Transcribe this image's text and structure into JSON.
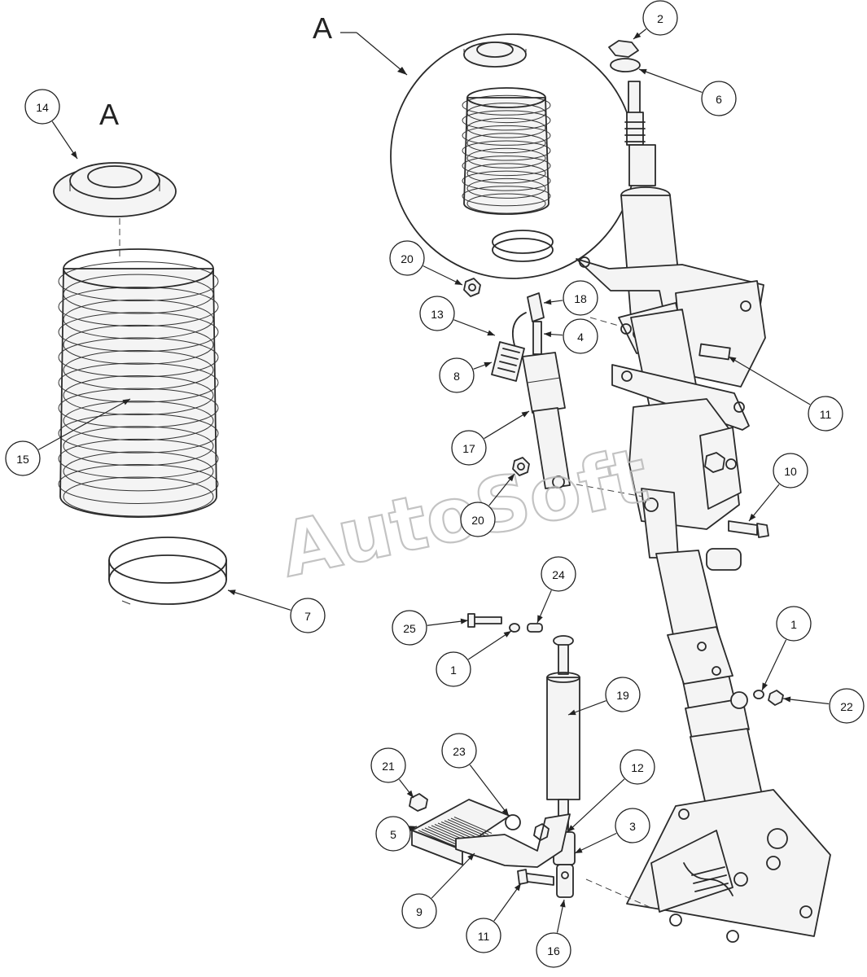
{
  "view_labels": {
    "left": "A",
    "detail": "A"
  },
  "watermark": "AutoSoft",
  "callouts": [
    {
      "id": "c14",
      "label": "14"
    },
    {
      "id": "c15",
      "label": "15"
    },
    {
      "id": "c7",
      "label": "7"
    },
    {
      "id": "c2",
      "label": "2"
    },
    {
      "id": "c6",
      "label": "6"
    },
    {
      "id": "c20a",
      "label": "20"
    },
    {
      "id": "c18",
      "label": "18"
    },
    {
      "id": "c13",
      "label": "13"
    },
    {
      "id": "c4",
      "label": "4"
    },
    {
      "id": "c8",
      "label": "8"
    },
    {
      "id": "c17",
      "label": "17"
    },
    {
      "id": "c20b",
      "label": "20"
    },
    {
      "id": "c11a",
      "label": "11"
    },
    {
      "id": "c10",
      "label": "10"
    },
    {
      "id": "c24",
      "label": "24"
    },
    {
      "id": "c25",
      "label": "25"
    },
    {
      "id": "c1a",
      "label": "1"
    },
    {
      "id": "c1b",
      "label": "1"
    },
    {
      "id": "c22",
      "label": "22"
    },
    {
      "id": "c19",
      "label": "19"
    },
    {
      "id": "c21",
      "label": "21"
    },
    {
      "id": "c23",
      "label": "23"
    },
    {
      "id": "c12",
      "label": "12"
    },
    {
      "id": "c5",
      "label": "5"
    },
    {
      "id": "c3",
      "label": "3"
    },
    {
      "id": "c9",
      "label": "9"
    },
    {
      "id": "c11b",
      "label": "11"
    },
    {
      "id": "c16",
      "label": "16"
    }
  ]
}
